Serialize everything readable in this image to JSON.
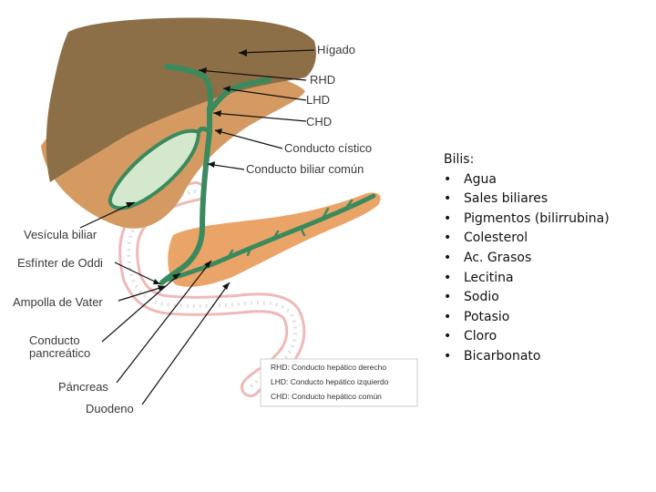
{
  "labels": {
    "liver": "Hígado",
    "rhd": "RHD",
    "lhd": "LHD",
    "chd": "CHD",
    "cystic_duct": "Conducto cístico",
    "common_bile_duct": "Conducto biliar común",
    "gallbladder": "Vesícula biliar",
    "sphincter": "Esfínter de Oddi",
    "ampulla": "Ampolla de Vater",
    "pancreatic_duct_1": "Conducto",
    "pancreatic_duct_2": "pancreático",
    "pancreas": "Páncreas",
    "duodenum": "Duodeno"
  },
  "key": [
    "RHD: Conducto hepático derecho",
    "LHD: Conducto hepático izquierdo",
    "CHD: Conducto hepático común"
  ],
  "bilis": {
    "title": "Bilis:",
    "bullet": "•",
    "items": [
      "Agua",
      "Sales biliares",
      "Pigmentos (bilirrubina)",
      "Colesterol",
      "Ac. Grasos",
      "Lecitina",
      "Sodio",
      "Potasio",
      "Cloro",
      "Bicarbonato"
    ]
  },
  "colors": {
    "liver": "#8d6f47",
    "liver_under": "#d49a62",
    "pancreas": "#eba468",
    "duct": "#3a8a5e",
    "gallbladder": "#d3e8cc",
    "duodenum": "#f0b8b8"
  }
}
